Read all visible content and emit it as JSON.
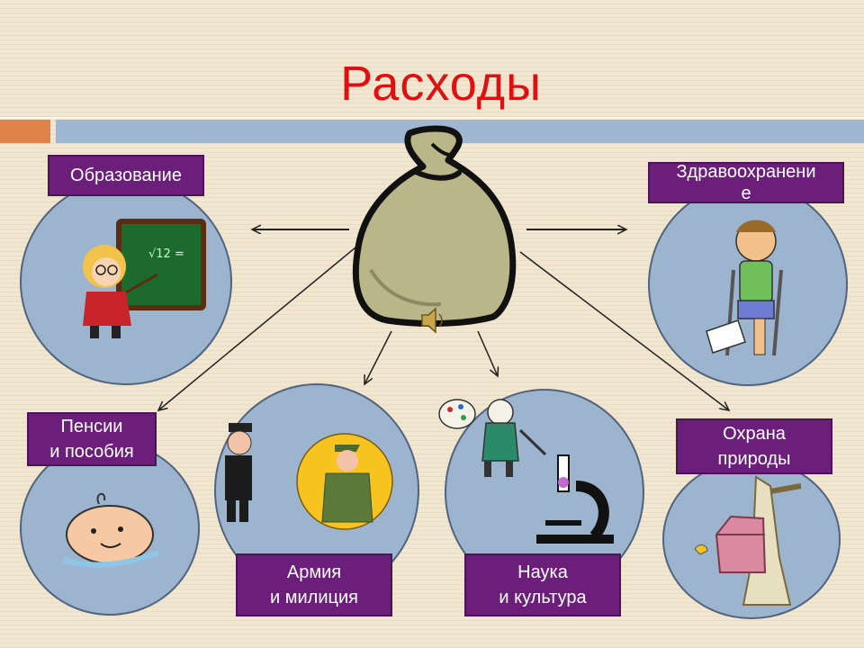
{
  "title": "Расходы",
  "labels": {
    "education": "Образование",
    "health": "Здравоохранени\nе",
    "pensions": "Пенсии\nи пособия",
    "army": "Армия\nи милиция",
    "science": "Наука\nи культура",
    "nature": "Охрана\nприроды"
  },
  "colors": {
    "title": "#e01010",
    "label_bg": "#6b1f7a",
    "circle": "#9db4cf",
    "bar_orange": "#e0834a",
    "bar_blue": "#9fb7d1"
  },
  "icons": [
    "money-bag-icon",
    "teacher-icon",
    "injured-boy-icon",
    "baby-icon",
    "soldier-icon",
    "scientist-icon",
    "microscope-icon",
    "birdhouse-tree-icon",
    "speaker-icon"
  ]
}
